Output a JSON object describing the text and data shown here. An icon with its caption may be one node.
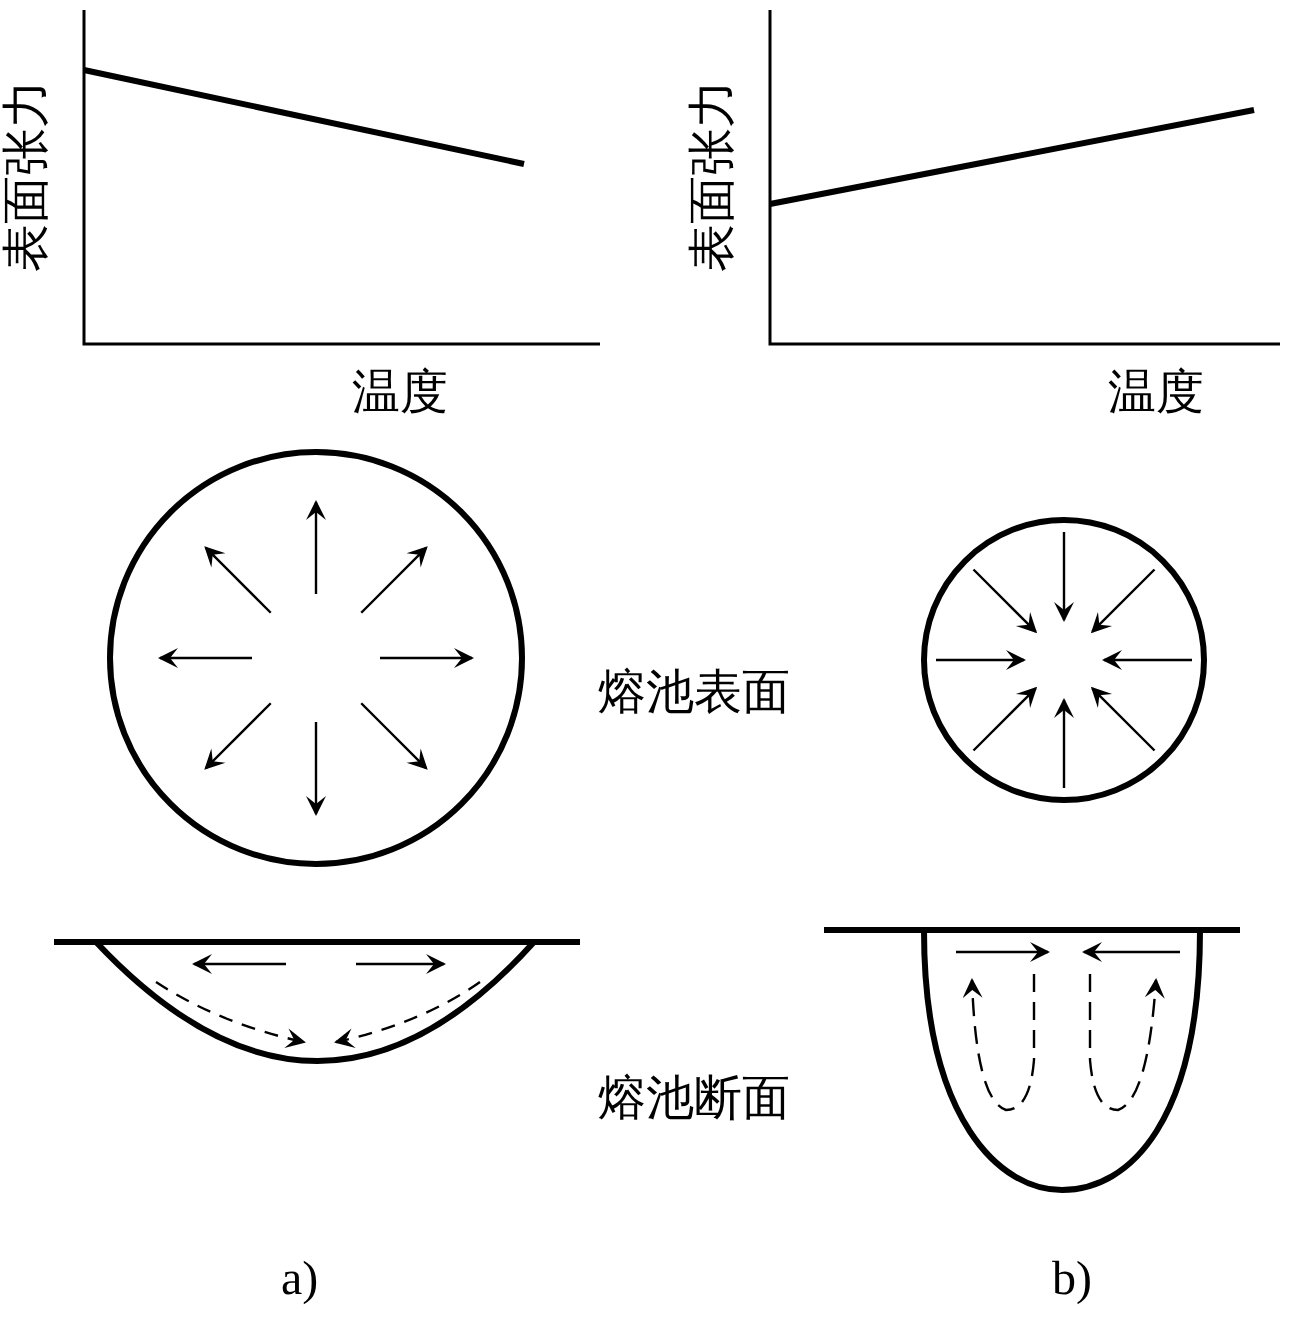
{
  "diagram": {
    "labels": [
      "表面张力",
      "表面张力",
      "温度",
      "温度",
      "熔池表面",
      "熔池断面",
      "a)",
      "b)"
    ]
  }
}
